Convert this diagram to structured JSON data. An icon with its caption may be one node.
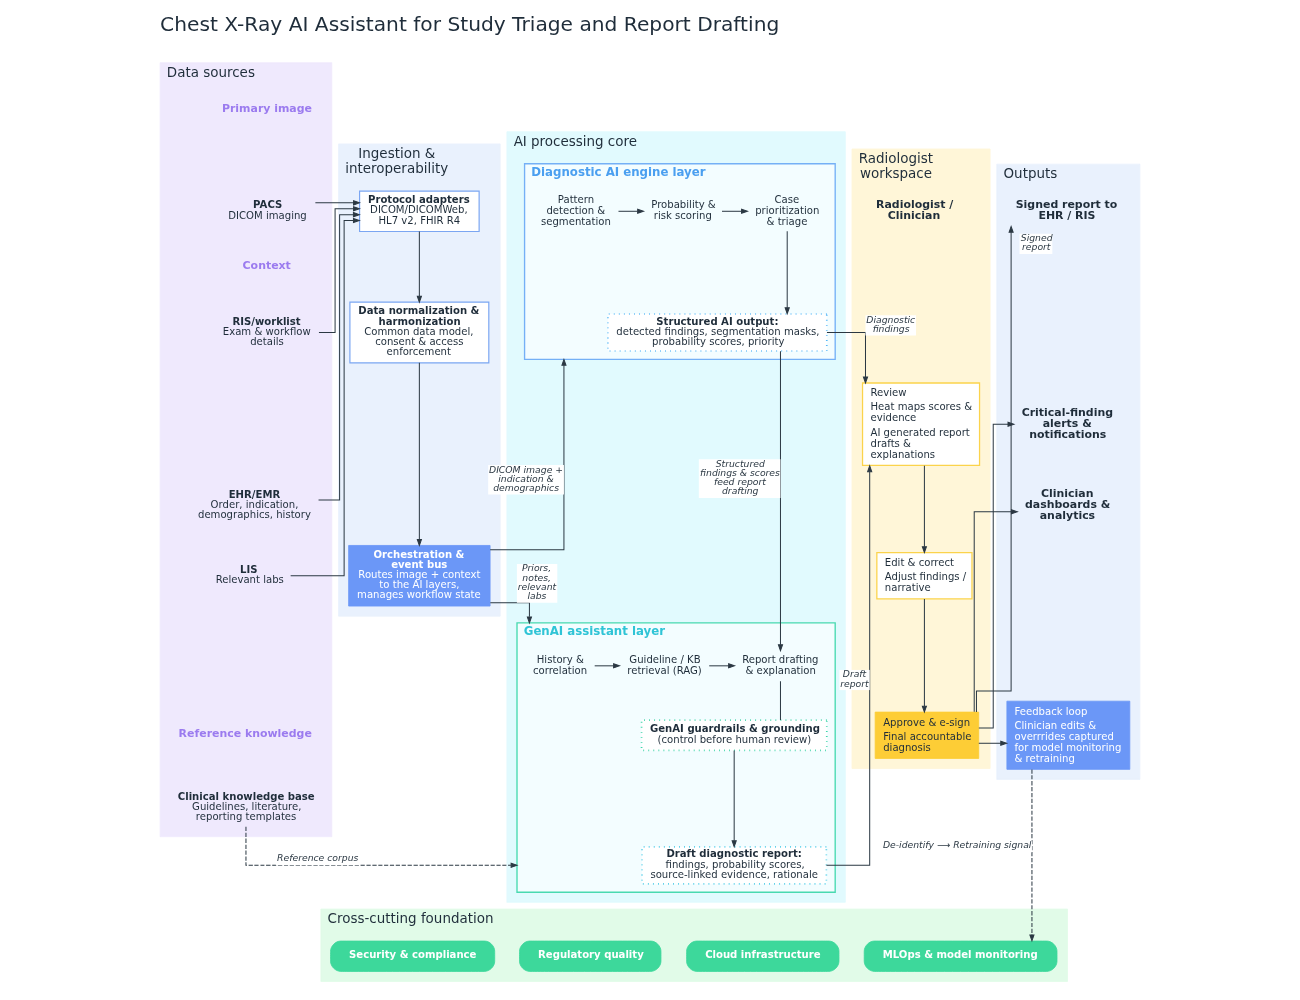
{
  "diagram": {
    "title": "Chest X-Ray AI Assistant for Study Triage and Report Drafting",
    "nodes": [
      {
        "text": [
          "Data sources"
        ]
      },
      {
        "text": [
          "PACS",
          "DICOM imaging"
        ],
        "in": 0
      },
      {
        "text": [
          "RIS/worklist",
          "Exam & workflow details"
        ],
        "in": 0
      },
      {
        "text": [
          "EHR/EMR",
          "Order, indication, demographics, history"
        ],
        "in": 0
      },
      {
        "text": [
          "LIS",
          "Relevant labs"
        ],
        "in": 0
      },
      {
        "text": [
          "Clinical knowledge base",
          "Guidelines, literature, reporting templates"
        ],
        "in": 0
      },
      {
        "text": [
          "Ingestion & interoperability"
        ]
      },
      {
        "text": [
          "Protocol adapters",
          "DICOM/DICOMWeb, HL7 v2, FHIR R4"
        ],
        "in": 6
      },
      {
        "text": [
          "Data normalization & harmonization",
          "Common data model, consent & access enforcement"
        ],
        "in": 6
      },
      {
        "text": [
          "Orchestration & event bus",
          "Routes image + context to the AI layers, manages workflow state"
        ],
        "in": 6
      },
      {
        "text": [
          "AI processing core"
        ]
      },
      {
        "text": [
          "Diagnostic AI engine layer"
        ],
        "in": 10
      },
      {
        "text": [
          "Pattern detection & segmentation"
        ],
        "in": 11
      },
      {
        "text": [
          "Probability & risk scoring"
        ],
        "in": 11
      },
      {
        "text": [
          "Case prioritization & triage"
        ],
        "in": 11
      },
      {
        "text": [
          "Structured AI output:",
          "detected findings, segmentation masks, probability scores, priority"
        ],
        "in": 11
      },
      {
        "text": [
          "GenAI assistant layer"
        ],
        "in": 10
      },
      {
        "text": [
          "History & correlation"
        ],
        "in": 16
      },
      {
        "text": [
          "Guideline / KB retrieval (RAG)"
        ],
        "in": 16
      },
      {
        "text": [
          "Report drafting & explanation"
        ],
        "in": 16
      },
      {
        "text": [
          "GenAI guardrails & grounding",
          "(control before human review)"
        ],
        "in": 16
      },
      {
        "text": [
          "Draft diagnostic report:",
          "findings, probability scores, source-linked evidence, rationale"
        ],
        "in": 16
      },
      {
        "text": [
          "Radiologist workspace"
        ]
      },
      {
        "text": [
          "Radiologist / Clinician"
        ],
        "in": 22
      },
      {
        "text": [
          "Review",
          "Heat maps scores & evidence",
          "AI generated report drafts & explanations"
        ],
        "in": 22
      },
      {
        "text": [
          "Edit & correct",
          "Adjust findings / narrative"
        ],
        "in": 22
      },
      {
        "text": [
          "Approve & e-sign",
          "Final accountable diagnosis"
        ],
        "in": 22
      },
      {
        "text": [
          "Outputs"
        ]
      },
      {
        "text": [
          "Signed report to EHR / RIS"
        ],
        "in": 27
      },
      {
        "text": [
          "Critical-finding alerts & notifications"
        ],
        "in": 27
      },
      {
        "text": [
          "Clinician dashboards & analytics"
        ],
        "in": 27
      },
      {
        "text": [
          "Feedback loop",
          "Clinician edits & overrrides captured for model monitoring & retraining"
        ],
        "in": 27
      },
      {
        "text": [
          "Cross-cutting foundation"
        ]
      },
      {
        "text": [
          "Security & compliance"
        ],
        "in": 32
      },
      {
        "text": [
          "Regulatory quality"
        ],
        "in": 32
      },
      {
        "text": [
          "Cloud infrastructure"
        ],
        "in": 32
      },
      {
        "text": [
          "MLOps & model monitoring"
        ],
        "in": 32
      }
    ],
    "edges": [
      {
        "from": 1,
        "to": 7,
        "arrow": "to"
      },
      {
        "from": 2,
        "to": 7,
        "arrow": "to"
      },
      {
        "from": 3,
        "to": 7,
        "arrow": "to"
      },
      {
        "from": 4,
        "to": 7,
        "arrow": "to"
      },
      {
        "from": 5,
        "to": 16,
        "arrow": "to",
        "label": "Reference corpus",
        "style": "dashed"
      },
      {
        "from": 7,
        "to": 8,
        "arrow": "to"
      },
      {
        "from": 8,
        "to": 9,
        "arrow": "to"
      },
      {
        "from": 9,
        "to": 11,
        "arrow": "to",
        "label": "DICOM image + indication & demographics"
      },
      {
        "from": 9,
        "to": 16,
        "arrow": "to",
        "label": "Priors, notes, relevant labs"
      },
      {
        "from": 12,
        "to": 13,
        "arrow": "to"
      },
      {
        "from": 13,
        "to": 14,
        "arrow": "to"
      },
      {
        "from": 14,
        "to": 15,
        "arrow": "to"
      },
      {
        "from": 15,
        "to": 24,
        "arrow": "to",
        "label": "Diagnostic findings"
      },
      {
        "from": 15,
        "to": 19,
        "arrow": "to",
        "label": "Structured findings & scores feed report drafting"
      },
      {
        "from": 17,
        "to": 18,
        "arrow": "to"
      },
      {
        "from": 18,
        "to": 19,
        "arrow": "to"
      },
      {
        "from": 19,
        "to": 20,
        "arrow": "none"
      },
      {
        "from": 20,
        "to": 21,
        "arrow": "to"
      },
      {
        "from": 21,
        "to": 24,
        "arrow": "to",
        "label": "Draft report"
      },
      {
        "from": 24,
        "to": 25,
        "arrow": "to"
      },
      {
        "from": 25,
        "to": 26,
        "arrow": "to"
      },
      {
        "from": 26,
        "to": 28,
        "arrow": "to",
        "label": "Signed report"
      },
      {
        "from": 26,
        "to": 29,
        "arrow": "to"
      },
      {
        "from": 26,
        "to": 30,
        "arrow": "to"
      },
      {
        "from": 26,
        "to": 31,
        "arrow": "to"
      },
      {
        "from": 31,
        "to": 36,
        "arrow": "to",
        "label": "De-identify ⟶ Retraining signal",
        "style": "dashed"
      }
    ],
    "labels": [
      "Primary image",
      "Context",
      "Reference knowledge"
    ]
  }
}
